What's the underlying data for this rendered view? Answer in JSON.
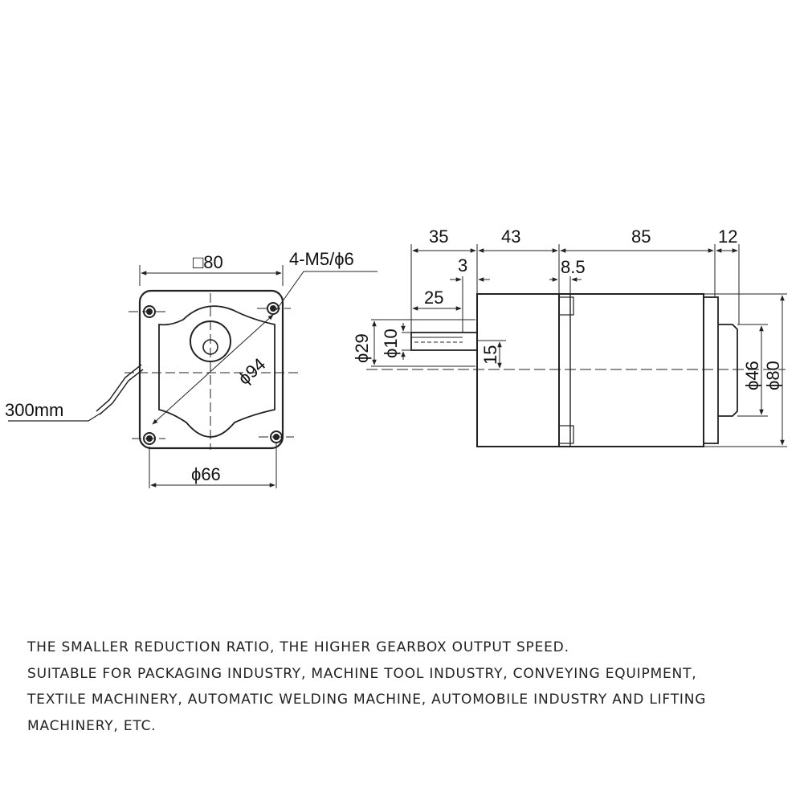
{
  "front_view": {
    "square_dim": "□80",
    "bolt_spec": "4-M5/ϕ6",
    "diag_dim": "ϕ94",
    "bottom_dim": "ϕ66",
    "lead_length": "300mm"
  },
  "side_view": {
    "dim_35": "35",
    "dim_43": "43",
    "dim_85": "85",
    "dim_12": "12",
    "dim_3": "3",
    "dim_8_5": "8.5",
    "dim_25": "25",
    "dim_29": "ϕ29",
    "dim_10": "ϕ10",
    "dim_15": "15",
    "dim_46": "ϕ46",
    "dim_80": "ϕ80"
  },
  "caption": {
    "line1": "THE SMALLER REDUCTION RATIO, THE HIGHER GEARBOX OUTPUT SPEED.",
    "line2": "SUITABLE FOR PACKAGING INDUSTRY, MACHINE TOOL INDUSTRY, CONVEYING EQUIPMENT,",
    "line3": "TEXTILE MACHINERY, AUTOMATIC WELDING MACHINE, AUTOMOBILE INDUSTRY AND LIFTING",
    "line4": "MACHINERY, ETC."
  }
}
